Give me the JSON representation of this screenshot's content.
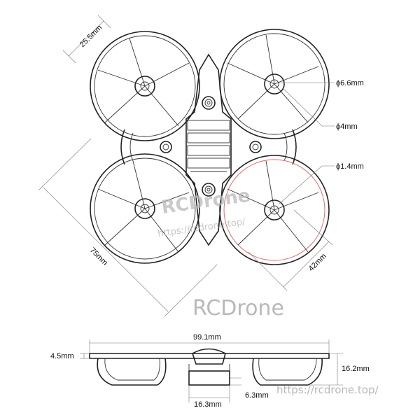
{
  "labels": {
    "ring_diameter": "25.5mm",
    "motor_hole_outer": "ϕ6.6mm",
    "motor_hole_inner": "ϕ4mm",
    "screw_hole": "ϕ1.4mm",
    "wheelbase_75": "75mm",
    "prop_span_42": "42mm",
    "width": "99.1mm",
    "height_left": "4.5mm",
    "height_total": "16.2mm",
    "bottom_width": "16.3mm",
    "bottom_offset": "6.3mm"
  },
  "watermarks": {
    "overlay_brand": "RCDrone",
    "overlay_url": "https://rcdrone.top/",
    "big_brand": "RCDrone",
    "footer_url": "https://rcdrone.top/"
  },
  "colors": {
    "frame": "#222222",
    "highlight_ring": "#e46a6a",
    "watermark": "#b9b9b9"
  }
}
